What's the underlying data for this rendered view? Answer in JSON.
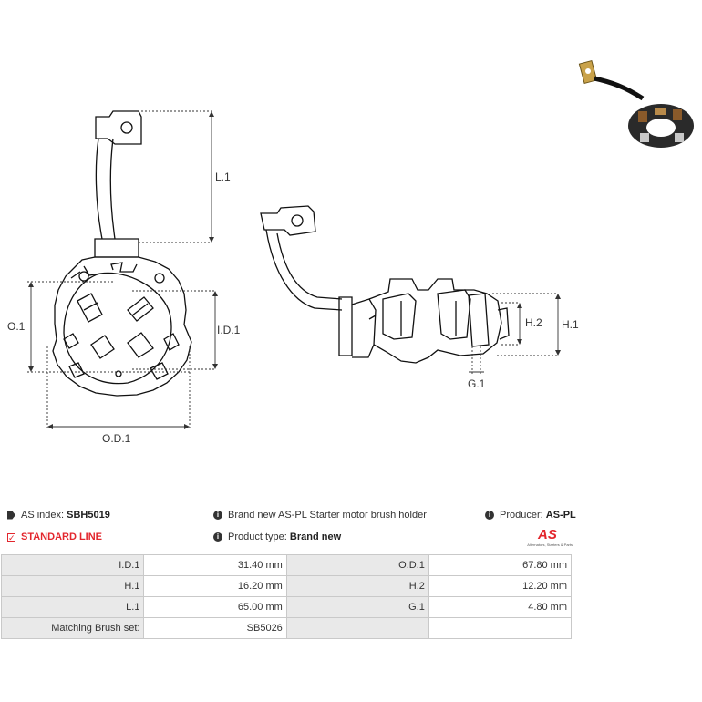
{
  "labels": {
    "l1": "L.1",
    "o1": "O.1",
    "id1": "I.D.1",
    "od1": "O.D.1",
    "h1": "H.1",
    "h2": "H.2",
    "g1": "G.1"
  },
  "info": {
    "as_index_label": "AS index:",
    "as_index_value": "SBH5019",
    "description": "Brand new AS-PL Starter motor brush holder",
    "producer_label": "Producer:",
    "producer_value": "AS-PL",
    "standard_line": "STANDARD LINE",
    "product_type_label": "Product type:",
    "product_type_value": "Brand new"
  },
  "logo": {
    "text": "AS",
    "subtitle": "Alternators, Starters & Parts"
  },
  "specs": [
    {
      "l1": "I.D.1",
      "v1": "31.40 mm",
      "l2": "O.D.1",
      "v2": "67.80 mm"
    },
    {
      "l1": "H.1",
      "v1": "16.20 mm",
      "l2": "H.2",
      "v2": "12.20 mm"
    },
    {
      "l1": "L.1",
      "v1": "65.00 mm",
      "l2": "G.1",
      "v2": "4.80 mm"
    },
    {
      "l1": "Matching Brush set:",
      "v1": "SB5026",
      "l2": "",
      "v2": ""
    }
  ],
  "colors": {
    "accent": "#e3262d",
    "label_bg": "#e9e9e9",
    "border": "#c9c9c9"
  }
}
